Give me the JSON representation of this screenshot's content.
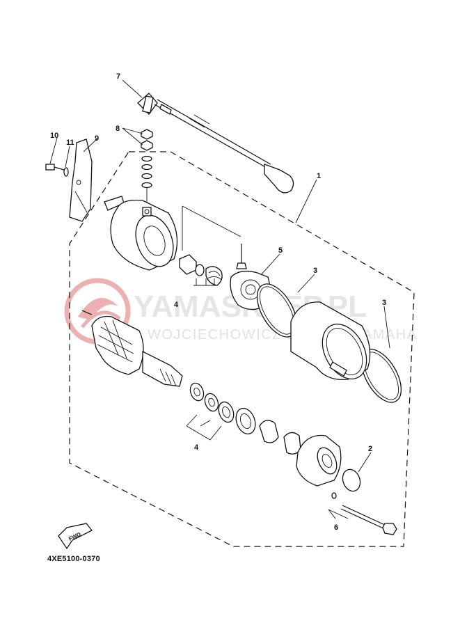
{
  "diagram": {
    "callouts": {
      "c1": "1",
      "c2": "2",
      "c3a": "3",
      "c3b": "3",
      "c4a": "4",
      "c4b": "4",
      "c5": "5",
      "c6": "6",
      "c7": "7",
      "c8": "8",
      "c9": "9",
      "c10": "10",
      "c11": "11"
    },
    "fwd_label": "FWD",
    "diagram_code": "4XE5100-0370"
  },
  "watermark": {
    "brand": "YAMASKLEP.PL",
    "tagline": "WOJCIECHOWICZ DEALER YAMAHA"
  },
  "colors": {
    "line": "#111111",
    "watermark": "#e07070",
    "watermark_text": "#c9c9c9"
  }
}
